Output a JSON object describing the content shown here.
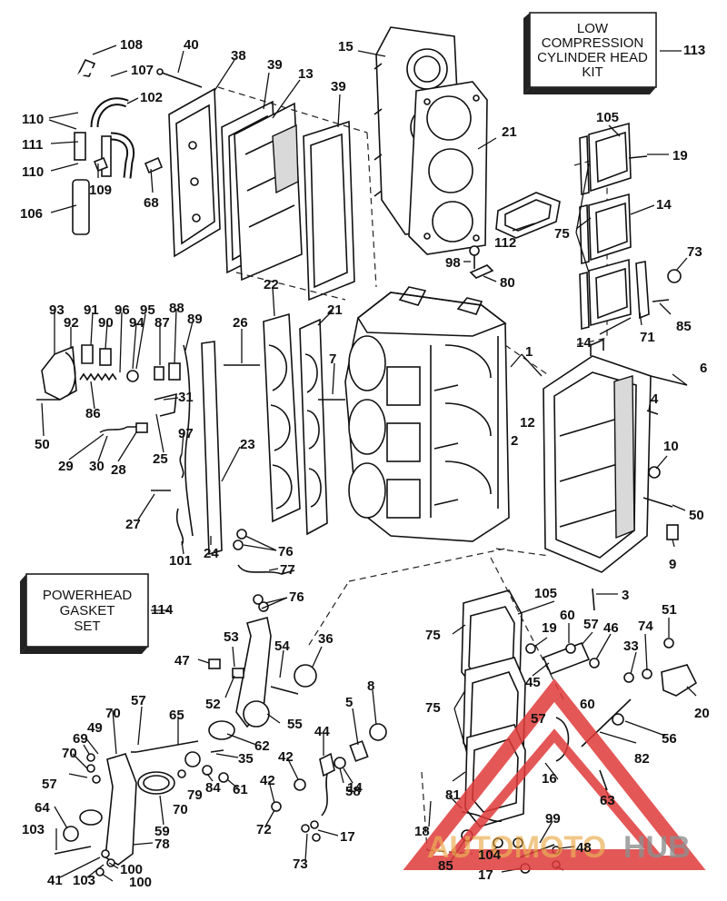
{
  "boxes": {
    "low_compression": {
      "lines": [
        "LOW",
        "COMPRESSION",
        "CYLINDER HEAD",
        "KIT"
      ],
      "callout": "113"
    },
    "powerhead_gasket": {
      "lines": [
        "POWERHEAD",
        "GASKET",
        "SET"
      ],
      "callout": "114"
    }
  },
  "watermark": {
    "part1": "AUTOMOTO",
    "part2": "HUB",
    "color1": "#e8a33a",
    "color2": "#8a8a8a",
    "triangle_color": "#e03a3a"
  },
  "callouts": [
    "108",
    "40",
    "38",
    "39",
    "13",
    "15",
    "113",
    "107",
    "102",
    "39",
    "110",
    "111",
    "110",
    "109",
    "68",
    "106",
    "21",
    "105",
    "19",
    "14",
    "75",
    "73",
    "112",
    "98",
    "80",
    "85",
    "71",
    "14",
    "93",
    "92",
    "91",
    "90",
    "96",
    "95",
    "94",
    "87",
    "88",
    "89",
    "22",
    "21",
    "26",
    "1",
    "7",
    "6",
    "4",
    "12",
    "2",
    "10",
    "50",
    "31",
    "86",
    "97",
    "25",
    "50",
    "29",
    "30",
    "28",
    "27",
    "23",
    "101",
    "24",
    "76",
    "77",
    "76",
    "9",
    "3",
    "114",
    "105",
    "75",
    "19",
    "60",
    "57",
    "46",
    "51",
    "74",
    "33",
    "20",
    "53",
    "54",
    "36",
    "47",
    "52",
    "55",
    "45",
    "60",
    "57",
    "8",
    "5",
    "82",
    "56",
    "75",
    "57",
    "65",
    "70",
    "69",
    "49",
    "70",
    "62",
    "35",
    "44",
    "42",
    "58",
    "84",
    "61",
    "57",
    "70",
    "79",
    "42",
    "14",
    "16",
    "63",
    "64",
    "59",
    "78",
    "72",
    "81",
    "18",
    "99",
    "103",
    "17",
    "104",
    "48",
    "41",
    "103",
    "100",
    "100",
    "73",
    "85",
    "17"
  ]
}
